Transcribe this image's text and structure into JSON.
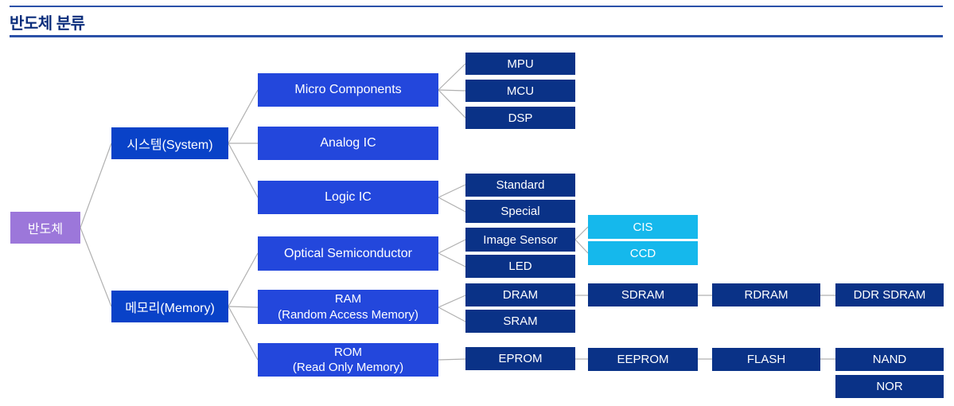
{
  "title": "반도체 분류",
  "colors": {
    "title_text": "#0c2e7c",
    "rule_line": "#2b51a8",
    "root_purple": "#9c77da",
    "level2_blue": "#0942c8",
    "level3_blue": "#2347dc",
    "level4_navy": "#0a3287",
    "highlight_cyan": "#15b8ec",
    "connector_gray": "#b0b0b0",
    "box_text": "#ffffff"
  },
  "diagram": {
    "root": {
      "label": "반도체"
    },
    "branches": [
      {
        "label": "시스템(System)",
        "children": [
          {
            "label": "Micro Components",
            "children": [
              {
                "label": "MPU"
              },
              {
                "label": "MCU"
              },
              {
                "label": "DSP"
              }
            ]
          },
          {
            "label": "Analog IC"
          },
          {
            "label": "Logic IC",
            "children": [
              {
                "label": "Standard"
              },
              {
                "label": "Special"
              }
            ]
          }
        ]
      },
      {
        "label": "메모리(Memory)",
        "children": [
          {
            "label": "Optical Semiconductor",
            "children": [
              {
                "label": "Image Sensor",
                "children": [
                  {
                    "label": "CIS"
                  },
                  {
                    "label": "CCD"
                  }
                ]
              },
              {
                "label": "LED"
              }
            ]
          },
          {
            "label": "RAM",
            "sublabel": "(Random Access Memory)",
            "children": [
              {
                "label": "DRAM",
                "children": [
                  {
                    "label": "SDRAM",
                    "children": [
                      {
                        "label": "RDRAM",
                        "children": [
                          {
                            "label": "DDR SDRAM"
                          }
                        ]
                      }
                    ]
                  }
                ]
              },
              {
                "label": "SRAM"
              }
            ]
          },
          {
            "label": "ROM",
            "sublabel": "(Read Only Memory)",
            "children": [
              {
                "label": "EPROM",
                "children": [
                  {
                    "label": "EEPROM",
                    "children": [
                      {
                        "label": "FLASH",
                        "children": [
                          {
                            "label": "NAND"
                          },
                          {
                            "label": "NOR"
                          }
                        ]
                      }
                    ]
                  }
                ]
              }
            ]
          }
        ]
      }
    ]
  }
}
